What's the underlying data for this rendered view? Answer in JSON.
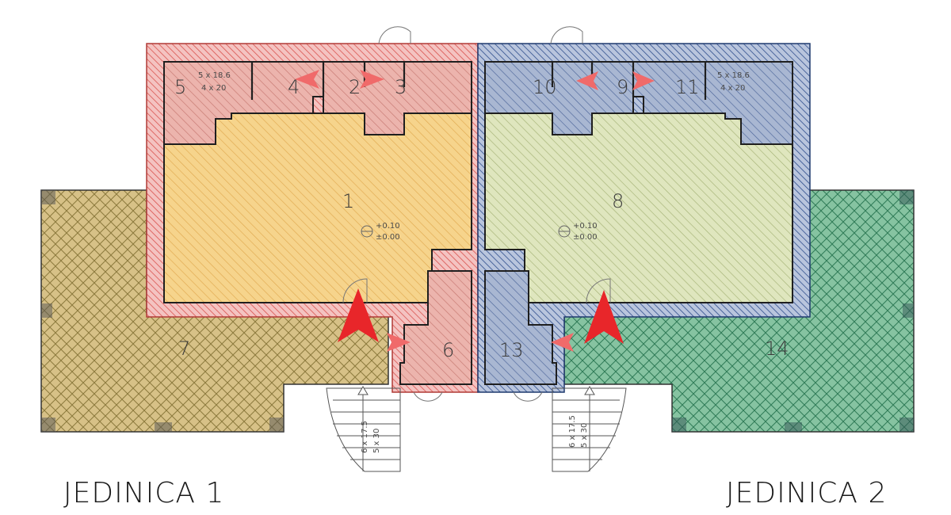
{
  "units": [
    {
      "id": "unit-1",
      "label": "JEDINICA 1"
    },
    {
      "id": "unit-2",
      "label": "JEDINICA 2"
    }
  ],
  "rooms": [
    {
      "number": "1",
      "color": "#f2c46a"
    },
    {
      "number": "2",
      "color": "#e8a09a"
    },
    {
      "number": "3",
      "color": "#e8a09a"
    },
    {
      "number": "4",
      "color": "#e8a09a"
    },
    {
      "number": "5",
      "color": "#e8a09a"
    },
    {
      "number": "6",
      "color": "#e8a09a"
    },
    {
      "number": "7",
      "color": "#c9b071"
    },
    {
      "number": "8",
      "color": "#d3dfae"
    },
    {
      "number": "9",
      "color": "#9eb0cc"
    },
    {
      "number": "10",
      "color": "#9eb0cc"
    },
    {
      "number": "11",
      "color": "#9eb0cc"
    },
    {
      "number": "13",
      "color": "#9eb0cc"
    },
    {
      "number": "14",
      "color": "#6fb08e"
    }
  ],
  "level_marks": [
    {
      "top": "+0.10",
      "bottom": "±0.00"
    },
    {
      "top": "+0.10",
      "bottom": "±0.00"
    }
  ],
  "window_notes": [
    {
      "top": "5 x 18.6",
      "bottom": "4 x 20"
    },
    {
      "top": "5 x 18.6",
      "bottom": "4 x 20"
    }
  ],
  "stair_notes": [
    {
      "a": "6 x 17.5",
      "b": "5 x 30"
    },
    {
      "a": "6 x 17.5",
      "b": "5 x 30"
    }
  ],
  "colors": {
    "unit1_wall_hatch": "#d9534f",
    "unit2_wall_hatch": "#2f4e8c",
    "entrance_arrow": "#e8262a",
    "room_arrow": "#f06a6a"
  }
}
